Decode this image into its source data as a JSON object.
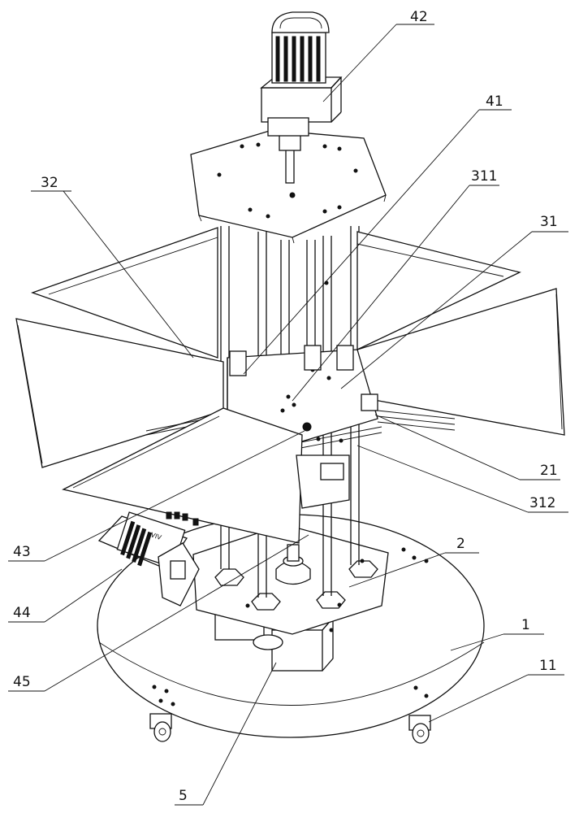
{
  "labels": {
    "l42": "42",
    "l41": "41",
    "l311": "311",
    "l31": "31",
    "l32": "32",
    "l21": "21",
    "l312": "312",
    "l2": "2",
    "l1": "1",
    "l11": "11",
    "l43": "43",
    "l44": "44",
    "l45": "45",
    "l5": "5"
  },
  "motor_marking": "VIV"
}
